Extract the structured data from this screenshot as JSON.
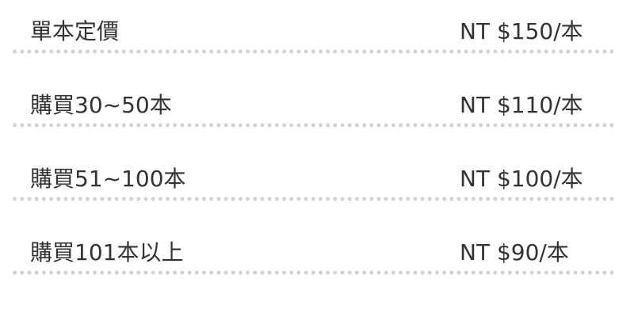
{
  "pricing": {
    "rows": [
      {
        "label": "單本定價",
        "price": "NT $150/本"
      },
      {
        "label": "購買30~50本",
        "price": "NT $110/本"
      },
      {
        "label": "購買51~100本",
        "price": "NT $100/本"
      },
      {
        "label": "購買101本以上",
        "price": "NT $90/本"
      }
    ]
  },
  "colors": {
    "text": "#333333",
    "divider_dots": "#d2d2d2",
    "background": "#ffffff"
  }
}
